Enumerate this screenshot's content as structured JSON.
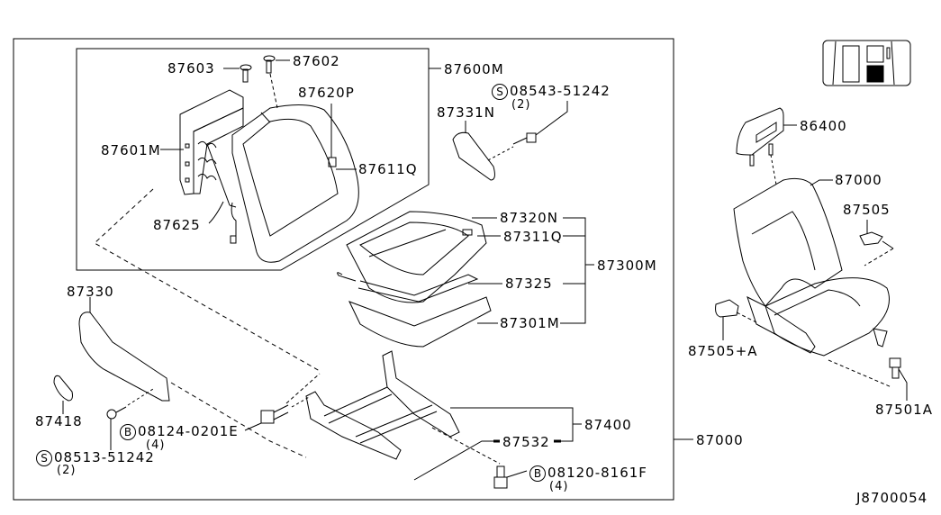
{
  "diagram": {
    "ref_code": "J8700054",
    "colors": {
      "line": "#000000",
      "background": "#ffffff"
    },
    "labels": {
      "p87603": "87603",
      "p87602": "87602",
      "p87600M": "87600M",
      "p87620P": "87620P",
      "p87601M": "87601M",
      "p87611Q": "87611Q",
      "p87625": "87625",
      "p87331N": "87331N",
      "s08543": "08543-51242",
      "s08543_qty": "(2)",
      "p87320N": "87320N",
      "p87311Q": "87311Q",
      "p87300M": "87300M",
      "p87325": "87325",
      "p87301M": "87301M",
      "p87330": "87330",
      "p87418": "87418",
      "b08124": "08124-0201E",
      "b08124_qty": "(4)",
      "s08513": "08513-51242",
      "s08513_qty": "(2)",
      "p87400": "87400",
      "p87532": "87532",
      "b08120": "08120-8161F",
      "b08120_qty": "(4)",
      "p87000_main": "87000",
      "p86400": "86400",
      "p87000_right": "87000",
      "p87505": "87505",
      "p87505A": "87505+A",
      "p87501A": "87501A"
    },
    "symbols": {
      "screw": "S",
      "bolt": "B"
    }
  }
}
